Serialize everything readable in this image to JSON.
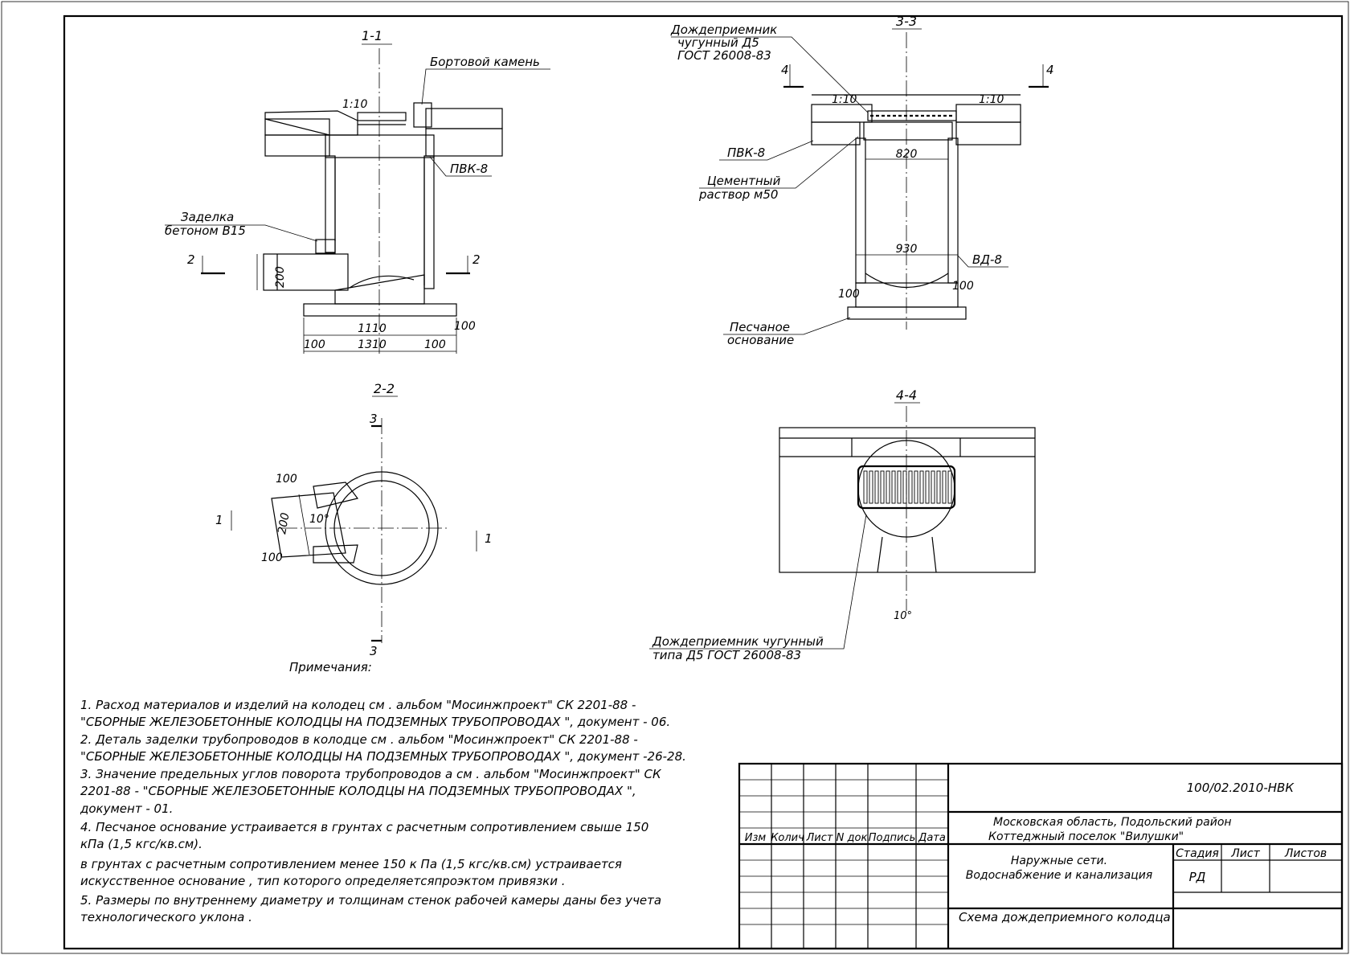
{
  "sections": {
    "s11": {
      "title": "1-1",
      "label_curb": "Бортовой камень",
      "label_slope": "1:10",
      "label_pvk": "ПВК-8",
      "label_seal_1": "Заделка",
      "label_seal_2": "бетоном В15",
      "cut_mark": "2",
      "dim_200": "200",
      "dim_1110": "1110",
      "dim_1310": "1310",
      "dim_100": "100"
    },
    "s33": {
      "title": "3-3",
      "label_inlet_1": "Дождеприемник",
      "label_inlet_2": "чугунный Д5",
      "label_inlet_3": "ГОСТ 26008-83",
      "cut_mark": "4",
      "slope_left": "1:10",
      "slope_right": "1:10",
      "label_pvk": "ПВК-8",
      "label_mortar_1": "Цементный",
      "label_mortar_2": "раствор м50",
      "dim_820": "820",
      "dim_930": "930",
      "label_vd": "ВД-8",
      "dim_100": "100",
      "label_sand_1": "Песчаное",
      "label_sand_2": "основание"
    },
    "s22": {
      "title": "2-2",
      "cut_mark_3": "3",
      "cut_mark_1": "1",
      "dim_100": "100",
      "dim_200": "200",
      "angle": "10°"
    },
    "s44": {
      "title": "4-4",
      "label_inlet_1": "Дождеприемник чугунный",
      "label_inlet_2": "типа Д5 ГОСТ 26008-83",
      "angle_small": "10°"
    }
  },
  "notes": {
    "heading": "Примечания:",
    "lines": [
      "1. Расход материалов и изделий на колодец см  . альбом \"Мосинжпроект\" СК 2201-88 -",
      "\"СБОРНЫЕ ЖЕЛЕЗОБЕТОННЫЕ КОЛОДЦЫ НА ПОДЗЕМНЫХ ТРУБОПРОВОДАХ   \", документ - 06.",
      "2. Деталь заделки трубопроводов в колодце см  . альбом \"Мосинжпроект\" СК 2201-88 -",
      "\"СБОРНЫЕ ЖЕЛЕЗОБЕТОННЫЕ КОЛОДЦЫ НА ПОДЗЕМНЫХ ТРУБОПРОВОДАХ   \", документ -26-28.",
      "3. Значение предельных углов поворота трубопроводов а см  . альбом \"Мосинжпроект\" СК",
      "2201-88 - \"СБОРНЫЕ ЖЕЛЕЗОБЕТОННЫЕ КОЛОДЦЫ НА ПОДЗЕМНЫХ ТРУБОПРОВОДАХ   \",",
      "документ - 01.",
      "4. Песчаное основание устраивается в грунтах с расчетным сопротивлением свыше    150",
      "кПа (1,5 кгс/кв.см).",
      "в грунтах с расчетным сопротивлением менее  150 к Па    (1,5 кгс/кв.см) устраивается",
      "искусственное основание , тип которого определяетсяпроэктом привязки  .",
      "5. Размеры по внутреннему диаметру и толщинам стенок рабочей камеры даны без учета",
      "технологического уклона ."
    ]
  },
  "title_block": {
    "code": "100/02.2010-НВК",
    "location_1": "Московская область, Подольский район",
    "location_2": "Коттеджный поселок \"Вилушки\"",
    "headers": [
      "Изм",
      "Колич",
      "Лист",
      "N док",
      "Подпись",
      "Дата"
    ],
    "project_1": "Наружные сети.",
    "project_2": "Водоснабжение и канализация",
    "stage_label": "Стадия",
    "sheet_label": "Лист",
    "sheets_label": "Листов",
    "stage_value": "РД",
    "drawing_title": "Схема дождеприемного колодца"
  }
}
